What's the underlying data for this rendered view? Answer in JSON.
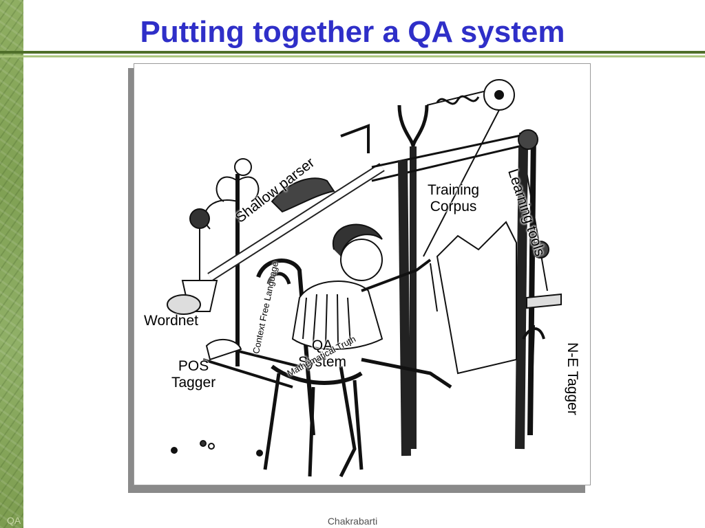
{
  "slide": {
    "title": "Putting together a QA system",
    "footer_left": "QA",
    "footer_center": "Chakrabarti"
  },
  "figure": {
    "labels": {
      "wordnet": "Wordnet",
      "pos_tagger_line1": "POS",
      "pos_tagger_line2": "Tagger",
      "shallow_parser": "Shallow parser",
      "training_corpus_line1": "Training",
      "training_corpus_line2": "Corpus",
      "learning_tools": "Learning tools",
      "qa_system_line1": "QA",
      "qa_system_line2": "System",
      "ne_tagger": "N-E Tagger",
      "context_free_language": "Context Free Language",
      "mathematical_truth": "Mathematical Truth"
    }
  },
  "colors": {
    "title": "#2f2fc8",
    "strip_green": "#8fae62",
    "rule_dark": "#4f6f2a",
    "rule_light": "#a8c47a"
  }
}
